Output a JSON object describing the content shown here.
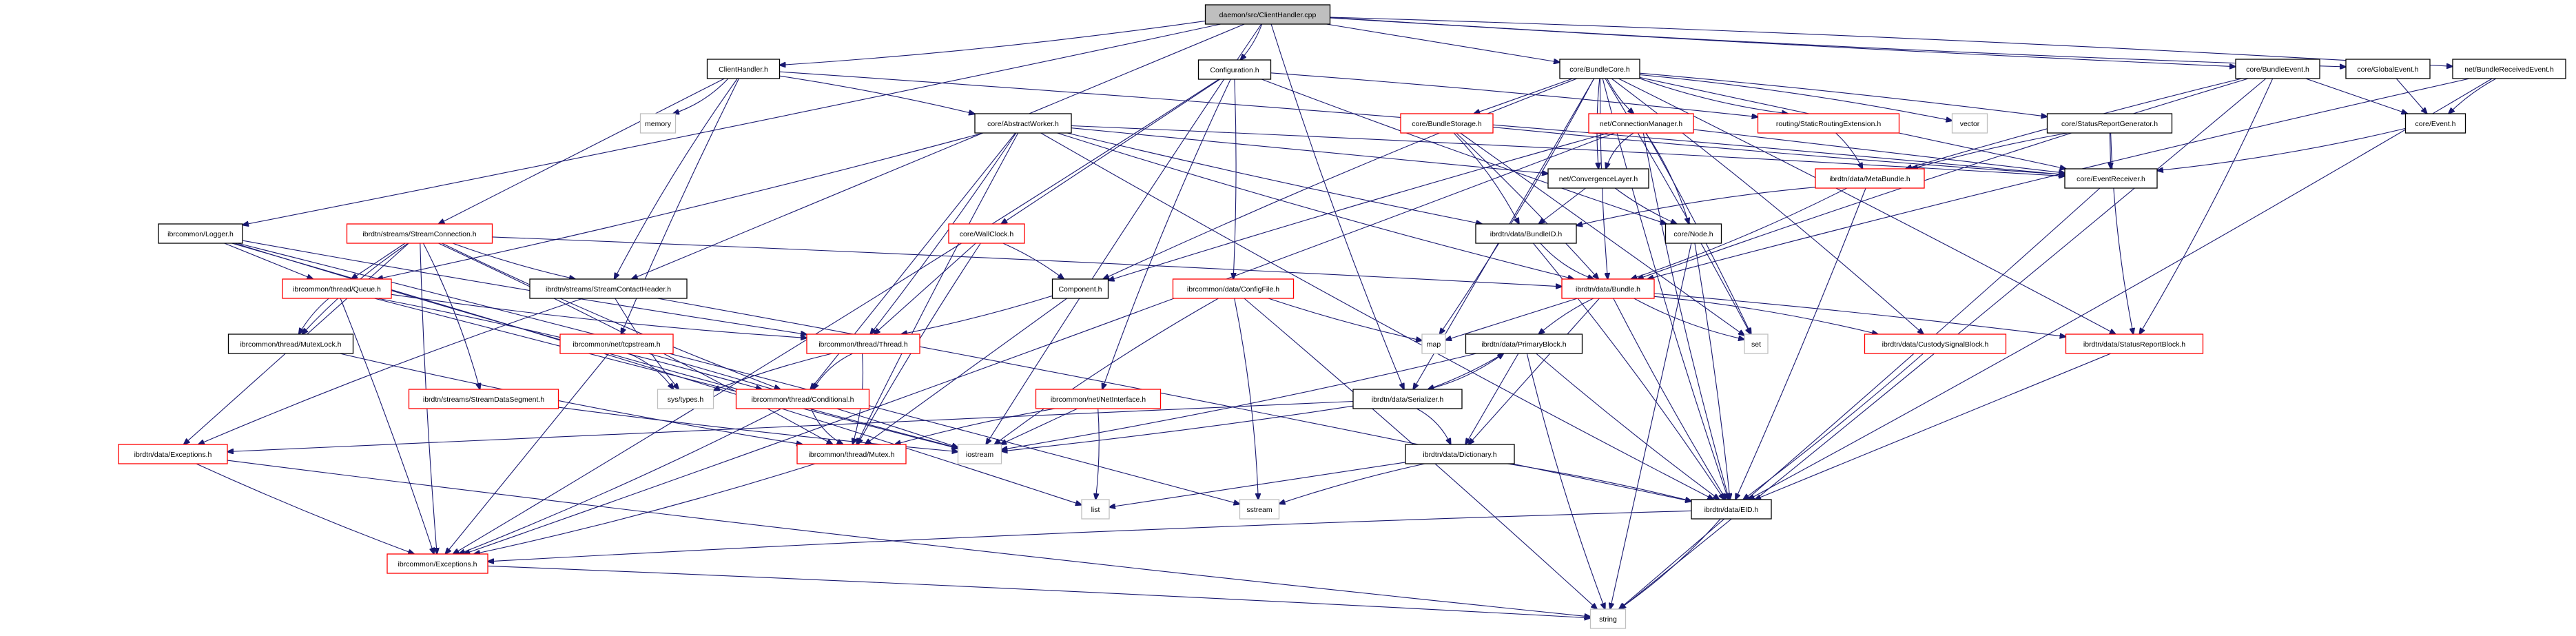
{
  "title": "daemon/src/ClientHandler.cpp include dependency graph",
  "colors": {
    "edge": "#191970",
    "root_fill": "#bfbfbf",
    "normal_border": "#000000",
    "truncated_border": "#ff0000",
    "external_border": "#bfbfbf"
  },
  "nodes": [
    {
      "id": "root",
      "label": "daemon/src/ClientHandler.cpp",
      "kind": "root"
    },
    {
      "id": "clienthandler_h",
      "label": "ClientHandler.h",
      "kind": "normal"
    },
    {
      "id": "configuration_h",
      "label": "Configuration.h",
      "kind": "normal"
    },
    {
      "id": "bundlecore_h",
      "label": "core/BundleCore.h",
      "kind": "normal"
    },
    {
      "id": "bundleevent_h",
      "label": "core/BundleEvent.h",
      "kind": "normal"
    },
    {
      "id": "globalevent_h",
      "label": "core/GlobalEvent.h",
      "kind": "normal"
    },
    {
      "id": "bundlereceivedevent_h",
      "label": "net/BundleReceivedEvent.h",
      "kind": "normal"
    },
    {
      "id": "memory",
      "label": "memory",
      "kind": "external"
    },
    {
      "id": "abstractworker_h",
      "label": "core/AbstractWorker.h",
      "kind": "normal"
    },
    {
      "id": "bundlestorage_h",
      "label": "core/BundleStorage.h",
      "kind": "truncated"
    },
    {
      "id": "connectionmanager_h",
      "label": "net/ConnectionManager.h",
      "kind": "truncated"
    },
    {
      "id": "staticrouting_h",
      "label": "routing/StaticRoutingExtension.h",
      "kind": "truncated"
    },
    {
      "id": "vector",
      "label": "vector",
      "kind": "external"
    },
    {
      "id": "statusreportgen_h",
      "label": "core/StatusReportGenerator.h",
      "kind": "normal"
    },
    {
      "id": "event_h",
      "label": "core/Event.h",
      "kind": "normal"
    },
    {
      "id": "convergencelayer_h",
      "label": "net/ConvergenceLayer.h",
      "kind": "normal"
    },
    {
      "id": "metabundle_h",
      "label": "ibrdtn/data/MetaBundle.h",
      "kind": "truncated"
    },
    {
      "id": "eventreceiver_h",
      "label": "core/EventReceiver.h",
      "kind": "normal"
    },
    {
      "id": "logger_h",
      "label": "ibrcommon/Logger.h",
      "kind": "normal"
    },
    {
      "id": "streamconnection_h",
      "label": "ibrdtn/streams/StreamConnection.h",
      "kind": "truncated"
    },
    {
      "id": "wallclock_h",
      "label": "core/WallClock.h",
      "kind": "truncated"
    },
    {
      "id": "bundleid_h",
      "label": "ibrdtn/data/BundleID.h",
      "kind": "normal"
    },
    {
      "id": "node_h",
      "label": "core/Node.h",
      "kind": "normal"
    },
    {
      "id": "queue_h",
      "label": "ibrcommon/thread/Queue.h",
      "kind": "truncated"
    },
    {
      "id": "streamcontactheader_h",
      "label": "ibrdtn/streams/StreamContactHeader.h",
      "kind": "normal"
    },
    {
      "id": "component_h",
      "label": "Component.h",
      "kind": "normal"
    },
    {
      "id": "configfile_h",
      "label": "ibrcommon/data/ConfigFile.h",
      "kind": "truncated"
    },
    {
      "id": "bundle_h",
      "label": "ibrdtn/data/Bundle.h",
      "kind": "truncated"
    },
    {
      "id": "mutexlock_h",
      "label": "ibrcommon/thread/MutexLock.h",
      "kind": "normal"
    },
    {
      "id": "tcpstream_h",
      "label": "ibrcommon/net/tcpstream.h",
      "kind": "truncated"
    },
    {
      "id": "thread_h",
      "label": "ibrcommon/thread/Thread.h",
      "kind": "truncated"
    },
    {
      "id": "map",
      "label": "map",
      "kind": "external"
    },
    {
      "id": "primaryblock_h",
      "label": "ibrdtn/data/PrimaryBlock.h",
      "kind": "normal"
    },
    {
      "id": "set",
      "label": "set",
      "kind": "external"
    },
    {
      "id": "custodysignalblock_h",
      "label": "ibrdtn/data/CustodySignalBlock.h",
      "kind": "truncated"
    },
    {
      "id": "statusreportblock_h",
      "label": "ibrdtn/data/StatusReportBlock.h",
      "kind": "truncated"
    },
    {
      "id": "streamdatasegment_h",
      "label": "ibrdtn/streams/StreamDataSegment.h",
      "kind": "truncated"
    },
    {
      "id": "systypes_h",
      "label": "sys/types.h",
      "kind": "external"
    },
    {
      "id": "conditional_h",
      "label": "ibrcommon/thread/Conditional.h",
      "kind": "truncated"
    },
    {
      "id": "netinterface_h",
      "label": "ibrcommon/net/NetInterface.h",
      "kind": "truncated"
    },
    {
      "id": "serializer_h",
      "label": "ibrdtn/data/Serializer.h",
      "kind": "normal"
    },
    {
      "id": "dataexceptions_h",
      "label": "ibrdtn/data/Exceptions.h",
      "kind": "truncated"
    },
    {
      "id": "mutex_h",
      "label": "ibrcommon/thread/Mutex.h",
      "kind": "truncated"
    },
    {
      "id": "iostream",
      "label": "iostream",
      "kind": "external"
    },
    {
      "id": "dictionary_h",
      "label": "ibrdtn/data/Dictionary.h",
      "kind": "normal"
    },
    {
      "id": "list",
      "label": "list",
      "kind": "external"
    },
    {
      "id": "sstream",
      "label": "sstream",
      "kind": "external"
    },
    {
      "id": "eid_h",
      "label": "ibrdtn/data/EID.h",
      "kind": "normal"
    },
    {
      "id": "exceptions_h",
      "label": "ibrcommon/Exceptions.h",
      "kind": "truncated"
    },
    {
      "id": "string",
      "label": "string",
      "kind": "external"
    }
  ],
  "edges": [
    [
      "root",
      "clienthandler_h"
    ],
    [
      "root",
      "configuration_h"
    ],
    [
      "root",
      "bundlecore_h"
    ],
    [
      "root",
      "bundleevent_h"
    ],
    [
      "root",
      "globalevent_h"
    ],
    [
      "root",
      "bundlereceivedevent_h"
    ],
    [
      "root",
      "logger_h"
    ],
    [
      "root",
      "streamcontactheader_h"
    ],
    [
      "root",
      "iostream"
    ],
    [
      "root",
      "serializer_h"
    ],
    [
      "clienthandler_h",
      "memory"
    ],
    [
      "clienthandler_h",
      "abstractworker_h"
    ],
    [
      "clienthandler_h",
      "streamconnection_h"
    ],
    [
      "clienthandler_h",
      "tcpstream_h"
    ],
    [
      "clienthandler_h",
      "streamcontactheader_h"
    ],
    [
      "clienthandler_h",
      "eventreceiver_h"
    ],
    [
      "configuration_h",
      "configfile_h"
    ],
    [
      "configuration_h",
      "wallclock_h"
    ],
    [
      "configuration_h",
      "node_h"
    ],
    [
      "configuration_h",
      "netinterface_h"
    ],
    [
      "configuration_h",
      "exceptions_h"
    ],
    [
      "configuration_h",
      "staticrouting_h"
    ],
    [
      "bundlecore_h",
      "bundlestorage_h"
    ],
    [
      "bundlecore_h",
      "connectionmanager_h"
    ],
    [
      "bundlecore_h",
      "staticrouting_h"
    ],
    [
      "bundlecore_h",
      "vector"
    ],
    [
      "bundlecore_h",
      "statusreportgen_h"
    ],
    [
      "bundlecore_h",
      "eventreceiver_h"
    ],
    [
      "bundlecore_h",
      "convergencelayer_h"
    ],
    [
      "bundlecore_h",
      "component_h"
    ],
    [
      "bundlecore_h",
      "map"
    ],
    [
      "bundlecore_h",
      "set"
    ],
    [
      "bundlecore_h",
      "serializer_h"
    ],
    [
      "bundlecore_h",
      "bundle_h"
    ],
    [
      "bundlecore_h",
      "eid_h"
    ],
    [
      "bundlecore_h",
      "custodysignalblock_h"
    ],
    [
      "bundlecore_h",
      "statusreportblock_h"
    ],
    [
      "bundleevent_h",
      "event_h"
    ],
    [
      "bundleevent_h",
      "metabundle_h"
    ],
    [
      "bundleevent_h",
      "bundle_h"
    ],
    [
      "bundleevent_h",
      "statusreportblock_h"
    ],
    [
      "bundleevent_h",
      "string"
    ],
    [
      "globalevent_h",
      "event_h"
    ],
    [
      "bundlereceivedevent_h",
      "event_h"
    ],
    [
      "bundlereceivedevent_h",
      "bundle_h"
    ],
    [
      "bundlereceivedevent_h",
      "eid_h"
    ],
    [
      "abstractworker_h",
      "eventreceiver_h"
    ],
    [
      "abstractworker_h",
      "convergencelayer_h"
    ],
    [
      "abstractworker_h",
      "bundleid_h"
    ],
    [
      "abstractworker_h",
      "bundle_h"
    ],
    [
      "abstractworker_h",
      "queue_h"
    ],
    [
      "abstractworker_h",
      "thread_h"
    ],
    [
      "abstractworker_h",
      "conditional_h"
    ],
    [
      "abstractworker_h",
      "mutex_h"
    ],
    [
      "abstractworker_h",
      "eid_h"
    ],
    [
      "bundlestorage_h",
      "bundleid_h"
    ],
    [
      "bundlestorage_h",
      "bundle_h"
    ],
    [
      "bundlestorage_h",
      "set"
    ],
    [
      "bundlestorage_h",
      "eventreceiver_h"
    ],
    [
      "connectionmanager_h",
      "convergencelayer_h"
    ],
    [
      "connectionmanager_h",
      "node_h"
    ],
    [
      "connectionmanager_h",
      "set"
    ],
    [
      "connectionmanager_h",
      "eventreceiver_h"
    ],
    [
      "connectionmanager_h",
      "component_h"
    ],
    [
      "connectionmanager_h",
      "eid_h"
    ],
    [
      "connectionmanager_h",
      "exceptions_h"
    ],
    [
      "staticrouting_h",
      "metabundle_h"
    ],
    [
      "statusreportgen_h",
      "eventreceiver_h"
    ],
    [
      "statusreportgen_h",
      "metabundle_h"
    ],
    [
      "statusreportgen_h",
      "statusreportblock_h"
    ],
    [
      "event_h",
      "eventreceiver_h"
    ],
    [
      "eventreceiver_h",
      "string"
    ],
    [
      "convergencelayer_h",
      "bundleid_h"
    ],
    [
      "convergencelayer_h",
      "node_h"
    ],
    [
      "metabundle_h",
      "bundleid_h"
    ],
    [
      "metabundle_h",
      "bundle_h"
    ],
    [
      "metabundle_h",
      "eid_h"
    ],
    [
      "logger_h",
      "queue_h"
    ],
    [
      "logger_h",
      "thread_h"
    ],
    [
      "logger_h",
      "iostream"
    ],
    [
      "logger_h",
      "list"
    ],
    [
      "logger_h",
      "sstream"
    ],
    [
      "streamconnection_h",
      "queue_h"
    ],
    [
      "streamconnection_h",
      "streamcontactheader_h"
    ],
    [
      "streamconnection_h",
      "mutexlock_h"
    ],
    [
      "streamconnection_h",
      "streamdatasegment_h"
    ],
    [
      "streamconnection_h",
      "bundle_h"
    ],
    [
      "streamconnection_h",
      "dataexceptions_h"
    ],
    [
      "streamconnection_h",
      "exceptions_h"
    ],
    [
      "streamconnection_h",
      "conditional_h"
    ],
    [
      "streamconnection_h",
      "mutex_h"
    ],
    [
      "wallclock_h",
      "component_h"
    ],
    [
      "wallclock_h",
      "thread_h"
    ],
    [
      "wallclock_h",
      "mutex_h"
    ],
    [
      "bundleid_h",
      "bundle_h"
    ],
    [
      "bundleid_h",
      "eid_h"
    ],
    [
      "node_h",
      "eid_h"
    ],
    [
      "node_h",
      "string"
    ],
    [
      "queue_h",
      "mutexlock_h"
    ],
    [
      "queue_h",
      "thread_h"
    ],
    [
      "queue_h",
      "conditional_h"
    ],
    [
      "queue_h",
      "exceptions_h"
    ],
    [
      "queue_h",
      "iostream"
    ],
    [
      "streamcontactheader_h",
      "systypes_h"
    ],
    [
      "streamcontactheader_h",
      "dataexceptions_h"
    ],
    [
      "streamcontactheader_h",
      "eid_h"
    ],
    [
      "component_h",
      "thread_h"
    ],
    [
      "component_h",
      "mutex_h"
    ],
    [
      "configfile_h",
      "map"
    ],
    [
      "configfile_h",
      "iostream"
    ],
    [
      "configfile_h",
      "sstream"
    ],
    [
      "configfile_h",
      "string"
    ],
    [
      "bundle_h",
      "map"
    ],
    [
      "bundle_h",
      "primaryblock_h"
    ],
    [
      "bundle_h",
      "set"
    ],
    [
      "bundle_h",
      "custodysignalblock_h"
    ],
    [
      "bundle_h",
      "statusreportblock_h"
    ],
    [
      "bundle_h",
      "dictionary_h"
    ],
    [
      "bundle_h",
      "eid_h"
    ],
    [
      "mutexlock_h",
      "mutex_h"
    ],
    [
      "tcpstream_h",
      "systypes_h"
    ],
    [
      "tcpstream_h",
      "iostream"
    ],
    [
      "tcpstream_h",
      "exceptions_h"
    ],
    [
      "thread_h",
      "systypes_h"
    ],
    [
      "thread_h",
      "conditional_h"
    ],
    [
      "thread_h",
      "mutex_h"
    ],
    [
      "primaryblock_h",
      "serializer_h"
    ],
    [
      "primaryblock_h",
      "dictionary_h"
    ],
    [
      "primaryblock_h",
      "eid_h"
    ],
    [
      "primaryblock_h",
      "string"
    ],
    [
      "primaryblock_h",
      "iostream"
    ],
    [
      "custodysignalblock_h",
      "eid_h"
    ],
    [
      "statusreportblock_h",
      "eid_h"
    ],
    [
      "streamdatasegment_h",
      "iostream"
    ],
    [
      "conditional_h",
      "mutex_h"
    ],
    [
      "conditional_h",
      "exceptions_h"
    ],
    [
      "netinterface_h",
      "list"
    ],
    [
      "netinterface_h",
      "iostream"
    ],
    [
      "netinterface_h",
      "mutex_h"
    ],
    [
      "serializer_h",
      "primaryblock_h"
    ],
    [
      "serializer_h",
      "dictionary_h"
    ],
    [
      "serializer_h",
      "iostream"
    ],
    [
      "serializer_h",
      "dataexceptions_h"
    ],
    [
      "dataexceptions_h",
      "exceptions_h"
    ],
    [
      "dataexceptions_h",
      "string"
    ],
    [
      "mutex_h",
      "exceptions_h"
    ],
    [
      "dictionary_h",
      "eid_h"
    ],
    [
      "dictionary_h",
      "list"
    ],
    [
      "dictionary_h",
      "sstream"
    ],
    [
      "eid_h",
      "exceptions_h"
    ],
    [
      "eid_h",
      "string"
    ],
    [
      "exceptions_h",
      "string"
    ]
  ]
}
